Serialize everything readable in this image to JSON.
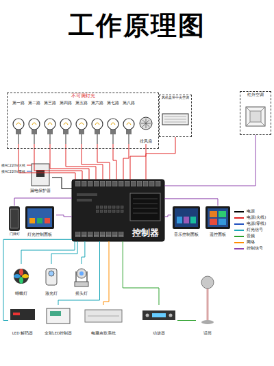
{
  "diagram": {
    "title": "工作原理图",
    "nodes": [
      {
        "text": [
          "不可调灯光"
        ]
      },
      {
        "text": [
          "第一路"
        ],
        "in": 0
      },
      {
        "text": [
          "第二路"
        ],
        "in": 0
      },
      {
        "text": [
          "第三路"
        ],
        "in": 0
      },
      {
        "text": [
          "第四路"
        ],
        "in": 0
      },
      {
        "text": [
          "第五路"
        ],
        "in": 0
      },
      {
        "text": [
          "第六路"
        ],
        "in": 0
      },
      {
        "text": [
          "第七路"
        ],
        "in": 0
      },
      {
        "text": [
          "第八路"
        ],
        "in": 0
      },
      {
        "text": [
          "排风扇"
        ],
        "in": 0
      },
      {
        "text": [
          "风机盘管中央空调"
        ]
      },
      {
        "text": [
          "红外空调"
        ]
      },
      {
        "text": [
          "漏电保护器"
        ]
      },
      {
        "text": [
          "控制器"
        ]
      },
      {
        "text": [
          "门牌灯"
        ]
      },
      {
        "text": [
          "灯光控制面板"
        ]
      },
      {
        "text": [
          "音乐控制面板"
        ]
      },
      {
        "text": [
          "遥控面板"
        ]
      },
      {
        "text": [
          "蝴蝶灯"
        ]
      },
      {
        "text": [
          "激光灯"
        ]
      },
      {
        "text": [
          "摇头灯"
        ]
      },
      {
        "text": [
          "LED 解码器"
        ]
      },
      {
        "text": [
          "全彩LED控制器"
        ]
      },
      {
        "text": [
          "电脑点歌系统"
        ]
      },
      {
        "text": [
          "功放器"
        ]
      },
      {
        "text": [
          "话筒"
        ]
      }
    ],
    "edges": [
      {
        "from": 13,
        "to": 1,
        "arrow": "none"
      },
      {
        "from": 13,
        "to": 2,
        "arrow": "none"
      },
      {
        "from": 13,
        "to": 3,
        "arrow": "none"
      },
      {
        "from": 13,
        "to": 4,
        "arrow": "none"
      },
      {
        "from": 13,
        "to": 5,
        "arrow": "none"
      },
      {
        "from": 13,
        "to": 6,
        "arrow": "none"
      },
      {
        "from": 13,
        "to": 7,
        "arrow": "none"
      },
      {
        "from": 13,
        "to": 8,
        "arrow": "none"
      },
      {
        "from": 13,
        "to": 9,
        "arrow": "none"
      },
      {
        "from": 13,
        "to": 10,
        "arrow": "none"
      },
      {
        "from": 13,
        "to": 11,
        "arrow": "none"
      },
      {
        "from": 12,
        "to": 13,
        "arrow": "none"
      },
      {
        "from": 13,
        "to": 14,
        "arrow": "none"
      },
      {
        "from": 13,
        "to": 15,
        "arrow": "none"
      },
      {
        "from": 13,
        "to": 16,
        "arrow": "none"
      },
      {
        "from": 13,
        "to": 17,
        "arrow": "none"
      },
      {
        "from": 13,
        "to": 18,
        "arrow": "none"
      },
      {
        "from": 13,
        "to": 19,
        "arrow": "none"
      },
      {
        "from": 13,
        "to": 20,
        "arrow": "none"
      },
      {
        "from": 13,
        "to": 21,
        "arrow": "none"
      },
      {
        "from": 13,
        "to": 22,
        "arrow": "none"
      },
      {
        "from": 13,
        "to": 23,
        "arrow": "none"
      },
      {
        "from": 13,
        "to": 24,
        "arrow": "none"
      },
      {
        "from": 25,
        "to": 24,
        "arrow": "none"
      }
    ],
    "labels": [
      "接AC220V火线",
      "接AC220V零线"
    ],
    "legend": [
      {
        "text": "电源",
        "color": "#000000"
      },
      {
        "text": "电源(火线)",
        "color": "#e02020"
      },
      {
        "text": "电源(零线)",
        "color": "#1f4fbf"
      },
      {
        "text": "灯光信号",
        "color": "#1aa6b7"
      },
      {
        "text": "音频",
        "color": "#2ca02c"
      },
      {
        "text": "网络",
        "color": "#ff8c00"
      },
      {
        "text": "控制信号",
        "color": "#8e44ad"
      }
    ]
  }
}
